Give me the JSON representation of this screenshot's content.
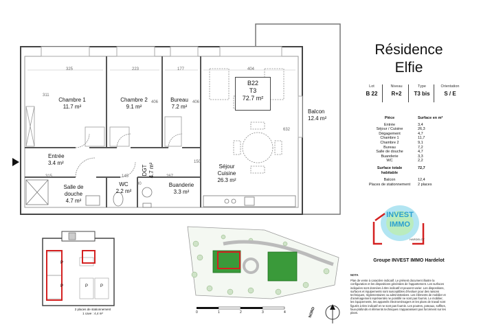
{
  "residence": {
    "line1": "Résidence",
    "line2": "Elfie"
  },
  "unit": {
    "code": "B22",
    "type": "T3",
    "area": "72.7 m²"
  },
  "spec": {
    "columns": [
      {
        "label": "Lot",
        "value": "B 22"
      },
      {
        "label": "Niveau",
        "value": "R+2"
      },
      {
        "label": "Type",
        "value": "T3 bis"
      },
      {
        "label": "Orientation",
        "value": "S / E"
      }
    ]
  },
  "surfaces": {
    "header_room": "Pièce",
    "header_area": "Surface en m²",
    "rows": [
      {
        "room": "Entrée",
        "area": "3,4"
      },
      {
        "room": "Séjour / Cuisine",
        "area": "26,3"
      },
      {
        "room": "Dégagement",
        "area": "4,7"
      },
      {
        "room": "Chambre 1",
        "area": "11,7"
      },
      {
        "room": "Chambre 2",
        "area": "9,1"
      },
      {
        "room": "Bureau",
        "area": "7,2"
      },
      {
        "room": "Salle de douche",
        "area": "4,7"
      },
      {
        "room": "Buanderie",
        "area": "3,3"
      },
      {
        "room": "WC",
        "area": "2,2"
      }
    ],
    "total_label": "Surface totale habitable",
    "total_value": "72,7",
    "extra": [
      {
        "room": "Balcon",
        "area": "12,4"
      },
      {
        "room": "Places de stationnement",
        "area": "2 places"
      }
    ]
  },
  "rooms": {
    "chambre1": {
      "name": "Chambre 1",
      "area": "11.7 m²"
    },
    "chambre2": {
      "name": "Chambre 2",
      "area": "9.1 m²"
    },
    "bureau": {
      "name": "Bureau",
      "area": "7.2 m²"
    },
    "balcon": {
      "name": "Balcon",
      "area": "12.4 m²"
    },
    "entree": {
      "name": "Entrée",
      "area": "3.4 m²"
    },
    "sdd": {
      "name1": "Salle de",
      "name2": "douche",
      "area": "4.7 m²"
    },
    "wc": {
      "name": "WC",
      "area": "2.2 m²"
    },
    "dgt": {
      "name": "DGT",
      "area": "4.7 m²"
    },
    "buanderie": {
      "name": "Buanderie",
      "area": "3.3 m²"
    },
    "sejour": {
      "name1": "Séjour",
      "name2": "Cuisine",
      "area": "26.3 m²"
    }
  },
  "dims": {
    "d325": "325",
    "d223": "223",
    "d177": "177",
    "d404": "404",
    "d311": "311",
    "d406a": "406",
    "d406b": "406",
    "d632": "632",
    "d315": "315",
    "d145": "145",
    "d267": "267",
    "d150": "150",
    "d80": "80"
  },
  "parking": {
    "line1": "2 places de stationnement",
    "line2": "1 cave : 4,4 m²",
    "slot": "P"
  },
  "scale": {
    "t0": "0",
    "t1": "1",
    "t2": "2",
    "t3": "3",
    "t4": "4",
    "north": "NORD"
  },
  "company": "Groupe INVEST IMMO Hardelot",
  "logo": {
    "line1": "INVEST",
    "line2": "IMMO",
    "line3": "HARDELOT"
  },
  "note": {
    "title": "NOTA",
    "text": "Plan de vente à caractère indicatif. Le présent document illustre la configuration et les dispositions générales de l'appartement. Les surfaces indiquées sont données à titre indicatif et peuvent varier. Les dispositions, surfaces et équipements sont susceptibles d'évoluer pour des raisons techniques, réglementaires ou administratives. Les éléments de mobilier et d'aménagement représentés ne pointillé ne sont pas fournis. Le mobilier, les équipements, les appareils électroménagers et les plans de travail sont figurés à titre indicatif et ne sont pas fournis. Les poutres, poteaux, soffites, faux-plafonds et éléments techniques n'apparaissent pas forcément sur les plans."
  },
  "colors": {
    "accent_red": "#d42020",
    "green": "#2f8f2f",
    "cyan": "#26b5d6",
    "wall": "#555555"
  }
}
